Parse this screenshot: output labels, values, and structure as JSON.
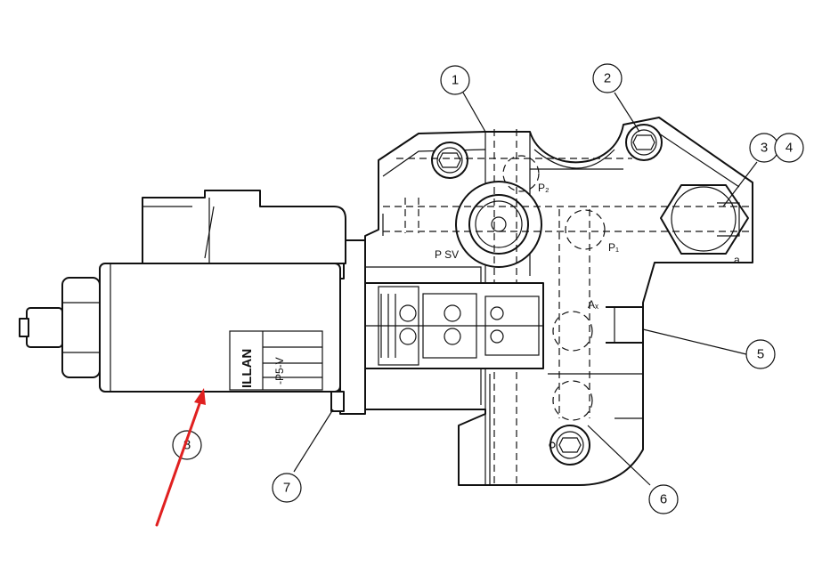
{
  "callouts": [
    "1",
    "2",
    "3",
    "4",
    "5",
    "6",
    "7",
    "8"
  ],
  "ports": {
    "p2": "P₂",
    "p1": "P₁",
    "psv": "P SV",
    "ax": "Aₓ",
    "a": "a"
  },
  "nameplate": {
    "brand": "ILLAN",
    "model": "-P5-V"
  },
  "colors": {
    "line": "#111111",
    "arrow": "#e02020",
    "background": "#ffffff"
  }
}
